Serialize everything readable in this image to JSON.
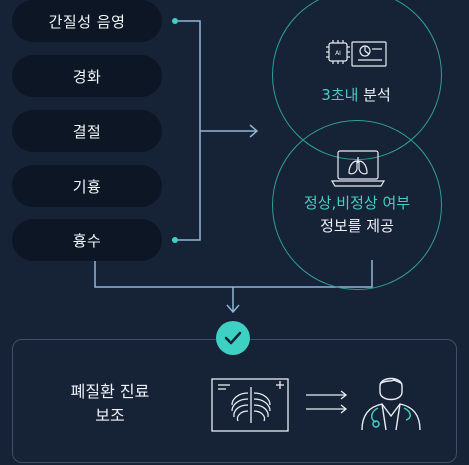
{
  "inputs": [
    {
      "label": "간질성 음영"
    },
    {
      "label": "경화"
    },
    {
      "label": "결절"
    },
    {
      "label": "기흉"
    },
    {
      "label": "흉수"
    }
  ],
  "analysis": {
    "speed_number": "3초내",
    "speed_rest": " 분석",
    "result_line1": "정상,비정상 여부",
    "result_line2": "정보를 제공"
  },
  "output": {
    "label_line1": "폐질환 진료",
    "label_line2": "보조"
  },
  "colors": {
    "background": "#162236",
    "pill": "#0c1625",
    "accent": "#3fd0c4",
    "connector": "#8fb6d6"
  },
  "icons": {
    "ai_chip": "ai-chip-icon",
    "laptop_lungs": "laptop-lungs-icon",
    "check": "check-icon",
    "xray": "chest-xray-icon",
    "doctor": "doctor-icon"
  }
}
